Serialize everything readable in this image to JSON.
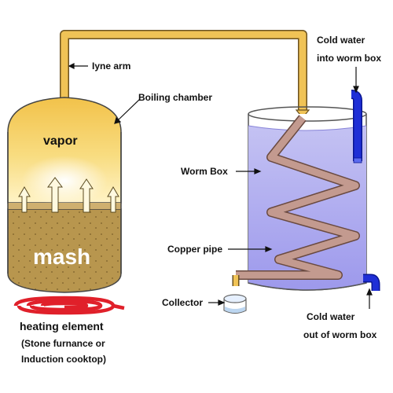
{
  "labels": {
    "iyne_arm": "Iyne arm",
    "boiling_chamber": "Boiling chamber",
    "vapor": "vapor",
    "mash": "mash",
    "heating_element": "heating element",
    "heating_source_line1": "(Stone furnance or",
    "heating_source_line2": "Induction cooktop)",
    "worm_box": "Worm Box",
    "copper_pipe": "Copper pipe",
    "collector": "Collector",
    "cold_in_line1": "Cold water",
    "cold_in_line2": "into worm box",
    "cold_out_line1": "Cold water",
    "cold_out_line2": "out of worm box"
  },
  "colors": {
    "vapor_top": "#f2c24a",
    "vapor_glow": "#fff8d8",
    "mash": "#b8964e",
    "arm_pipe": "#f0c356",
    "copper": "#c39a8f",
    "water": "#a9a6ee",
    "tank_outline": "#555555",
    "cold_pipe": "#1f2fd6",
    "heating_red": "#e0202a"
  }
}
